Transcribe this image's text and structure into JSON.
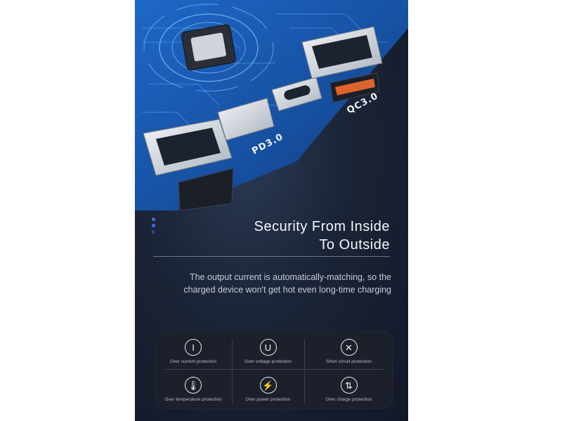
{
  "hero": {
    "port_labels": {
      "pd": "PD3.0",
      "qc": "QC3.0"
    }
  },
  "headline": {
    "line1": "Security From Inside",
    "line2": "To Outside"
  },
  "description": {
    "line1": "The output current is automatically-matching, so the",
    "line2": "charged device won't get hot even long-time charging"
  },
  "features": [
    {
      "icon": "current-i-icon",
      "glyph": "I",
      "label": "Over current protection"
    },
    {
      "icon": "voltage-u-icon",
      "glyph": "U",
      "label": "Over voltage protection"
    },
    {
      "icon": "short-circuit-x-icon",
      "glyph": "✕",
      "label": "Short circuit protection"
    },
    {
      "icon": "thermometer-icon",
      "glyph": "🌡",
      "label": "Over temperature protection"
    },
    {
      "icon": "lightning-bolt-icon",
      "glyph": "⚡",
      "label": "Over power protection"
    },
    {
      "icon": "up-down-arrows-icon",
      "glyph": "⇅",
      "label": "Over charge protection"
    }
  ],
  "colors": {
    "accent_dot": "#3f6fe0",
    "dot_dim": "#2b4a9a",
    "circuit_blue": "#1f6fd6",
    "panel_bg": "#1b2436"
  }
}
